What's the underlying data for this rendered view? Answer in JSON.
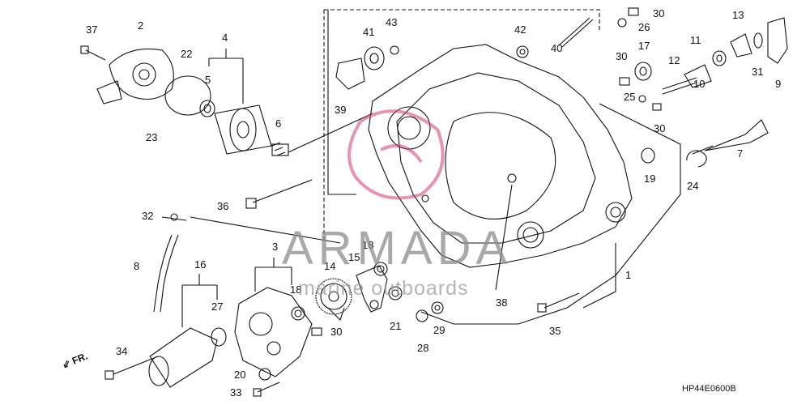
{
  "labels": [
    "37",
    "2",
    "22",
    "4",
    "5",
    "23",
    "6",
    "36",
    "32",
    "8",
    "3",
    "16",
    "27",
    "34",
    "20",
    "33",
    "18",
    "14",
    "15",
    "18",
    "30",
    "21",
    "28",
    "29",
    "38",
    "35",
    "1",
    "43",
    "41",
    "39",
    "42",
    "40",
    "30",
    "26",
    "17",
    "30",
    "25",
    "30",
    "12",
    "11",
    "13",
    "10",
    "31",
    "9",
    "7",
    "19",
    "24"
  ],
  "watermark": {
    "brand": "ARMADA",
    "tagline": "marine outboards"
  },
  "front_label": "FR.",
  "diagram_code": "HP44E0600B"
}
